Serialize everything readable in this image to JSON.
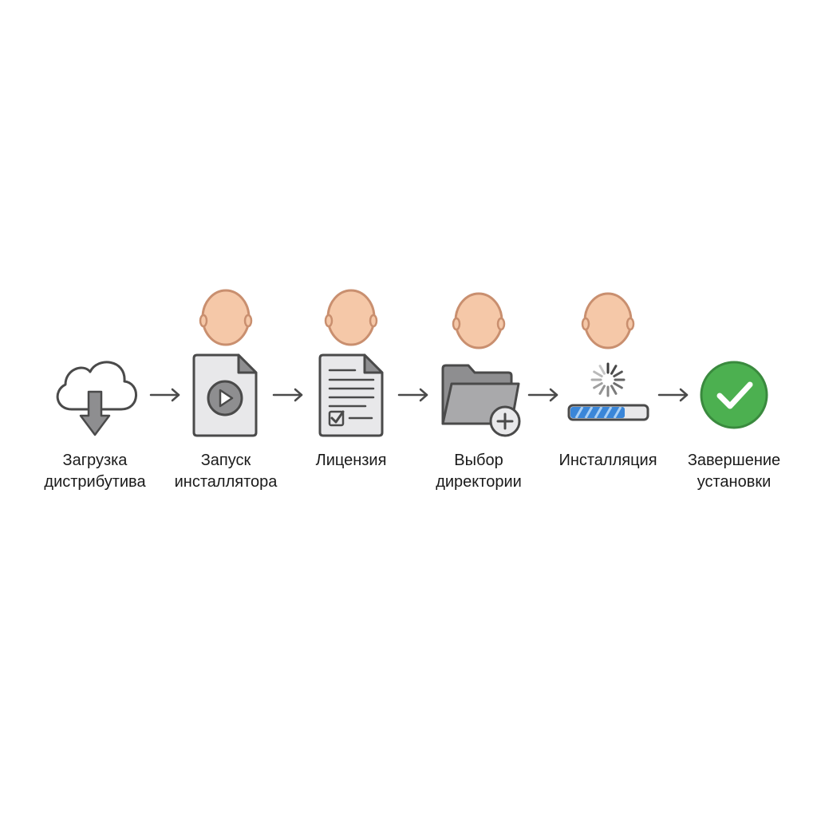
{
  "steps": [
    {
      "label": "Загрузка\nдистрибутива",
      "icon": "cloud-download-icon",
      "user_involved": false
    },
    {
      "label": "Запуск\nинсталлятора",
      "icon": "installer-file-icon",
      "user_involved": true
    },
    {
      "label": "Лицензия",
      "icon": "license-document-icon",
      "user_involved": true
    },
    {
      "label": "Выбор\nдиректории",
      "icon": "folder-add-icon",
      "user_involved": true
    },
    {
      "label": "Инсталляция",
      "icon": "progress-icon",
      "user_involved": true
    },
    {
      "label": "Завершение\nустановки",
      "icon": "check-circle-icon",
      "user_involved": false
    }
  ],
  "installation_progress": 0.72,
  "colors": {
    "stroke": "#4a4a4a",
    "icon_fill": "#e8e8ea",
    "folder_fill": "#a9a9ab",
    "head_fill": "#f5c8a8",
    "head_stroke": "#c98f6f",
    "progress_fill": "#3a86d8",
    "check_fill": "#4cb050",
    "check_stroke": "#3a8a3e"
  }
}
